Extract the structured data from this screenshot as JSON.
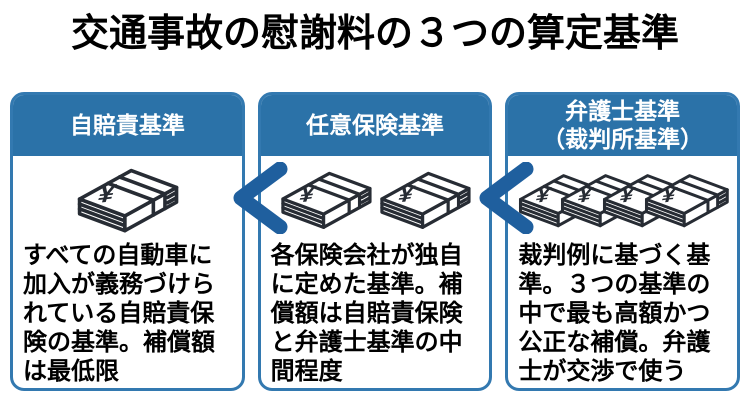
{
  "title": "交通事故の慰謝料の３つの算定基準",
  "colors": {
    "header_blue": "#2B72A8",
    "border_blue": "#3379B0",
    "arrow_blue": "#1F5F9E",
    "icon_stroke": "#272C34",
    "header_text": "#FFFFFF",
    "body_text": "#000000"
  },
  "comparison_symbol": "<",
  "cards": [
    {
      "header": "自賠責基準",
      "money_stacks": 1,
      "body": "すべての自動車に\n加入が義務づけら\nれている自賠責保\n険の基準。補償額\nは最低限"
    },
    {
      "header": "任意保険基準",
      "money_stacks": 2,
      "body": "各保険会社が独自\nに定めた基準。補\n償額は自賠責保険\nと弁護士基準の中\n間程度"
    },
    {
      "header": "弁護士基準\n（裁判所基準）",
      "money_stacks": 4,
      "body": "裁判例に基づく基\n準。３つの基準の\n中で最も高額かつ\n公正な補償。弁護\n士が交渉で使う"
    }
  ]
}
